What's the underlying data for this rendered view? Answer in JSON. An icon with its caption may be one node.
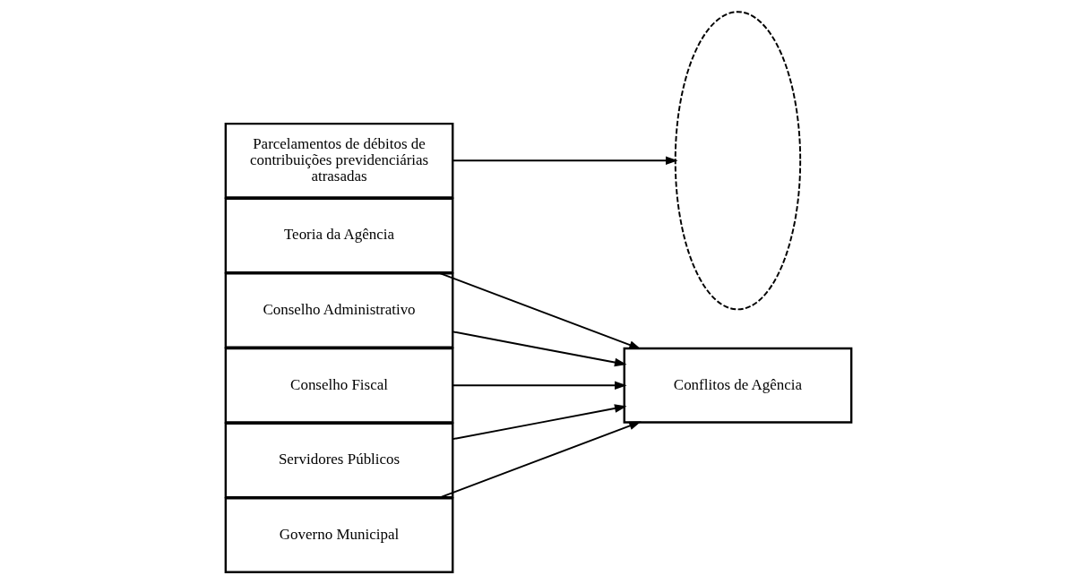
{
  "diagram": {
    "nodes": [
      {
        "text": [
          "Teoria da Agência"
        ]
      },
      {
        "text": [
          "Conselho Administrativo"
        ]
      },
      {
        "text": [
          "Conselho Fiscal"
        ]
      },
      {
        "text": [
          "Servidores Públicos"
        ]
      },
      {
        "text": [
          "Governo Municipal"
        ]
      },
      {
        "text": [
          "Conflitos de Agência"
        ]
      },
      {
        "text": [],
        "shape": "ellipse"
      },
      {
        "text": [
          "Parcelamentos de débitos de contribuições previdenciárias atrasadas"
        ]
      }
    ],
    "edges": [
      {
        "from": 0,
        "to": 5,
        "arrow": "to"
      },
      {
        "from": 1,
        "to": 5,
        "arrow": "to"
      },
      {
        "from": 2,
        "to": 5,
        "arrow": "to"
      },
      {
        "from": 3,
        "to": 5,
        "arrow": "to"
      },
      {
        "from": 4,
        "to": 5,
        "arrow": "to"
      },
      {
        "from": 7,
        "to": 6,
        "arrow": "to"
      }
    ]
  }
}
